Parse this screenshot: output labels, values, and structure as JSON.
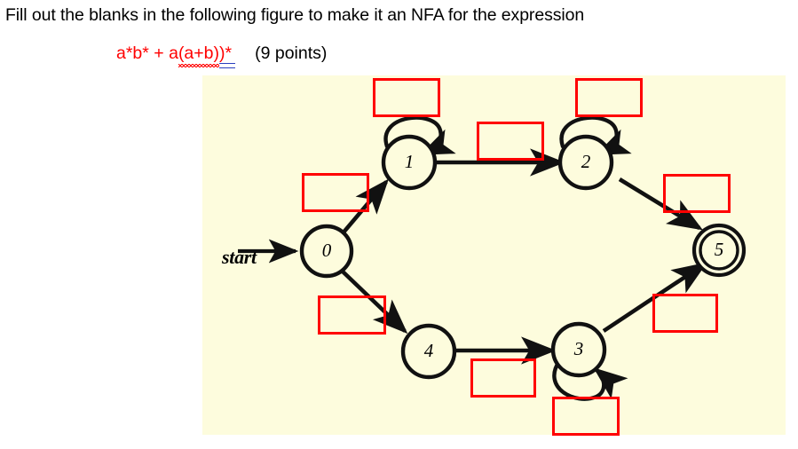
{
  "question": {
    "line1": "Fill out the blanks in the following figure to make it an NFA for the expression",
    "regex_part1": "a*b* + a",
    "regex_part2": "(a+b)",
    "regex_part3": ")*",
    "regex_full": "a*b* + a(a+b)*",
    "points": "(9 points)"
  },
  "figure": {
    "start_label": "start",
    "background_color": "#fdfcdd",
    "blank_box_color": "#ff0000",
    "states": [
      {
        "id": "0",
        "label": "0",
        "accepting": false,
        "initial": true
      },
      {
        "id": "1",
        "label": "1",
        "accepting": false,
        "initial": false
      },
      {
        "id": "2",
        "label": "2",
        "accepting": false,
        "initial": false
      },
      {
        "id": "3",
        "label": "3",
        "accepting": false,
        "initial": false
      },
      {
        "id": "4",
        "label": "4",
        "accepting": false,
        "initial": false
      },
      {
        "id": "5",
        "label": "5",
        "accepting": true,
        "initial": false
      }
    ],
    "transitions": [
      {
        "from": "0",
        "to": "1",
        "label": ""
      },
      {
        "from": "1",
        "to": "1",
        "label": "",
        "self_loop": true
      },
      {
        "from": "1",
        "to": "2",
        "label": ""
      },
      {
        "from": "2",
        "to": "2",
        "label": "",
        "self_loop": true
      },
      {
        "from": "2",
        "to": "5",
        "label": ""
      },
      {
        "from": "0",
        "to": "4",
        "label": ""
      },
      {
        "from": "4",
        "to": "3",
        "label": ""
      },
      {
        "from": "3",
        "to": "3",
        "label": "",
        "self_loop": true
      },
      {
        "from": "3",
        "to": "5",
        "label": ""
      }
    ],
    "blanks": [
      {
        "name": "blank-loop-1",
        "value": ""
      },
      {
        "name": "blank-0-to-1",
        "value": ""
      },
      {
        "name": "blank-1-to-2",
        "value": ""
      },
      {
        "name": "blank-loop-2",
        "value": ""
      },
      {
        "name": "blank-2-to-5",
        "value": ""
      },
      {
        "name": "blank-0-to-4",
        "value": ""
      },
      {
        "name": "blank-4-to-3",
        "value": ""
      },
      {
        "name": "blank-3-to-5",
        "value": ""
      },
      {
        "name": "blank-loop-3",
        "value": ""
      }
    ]
  }
}
